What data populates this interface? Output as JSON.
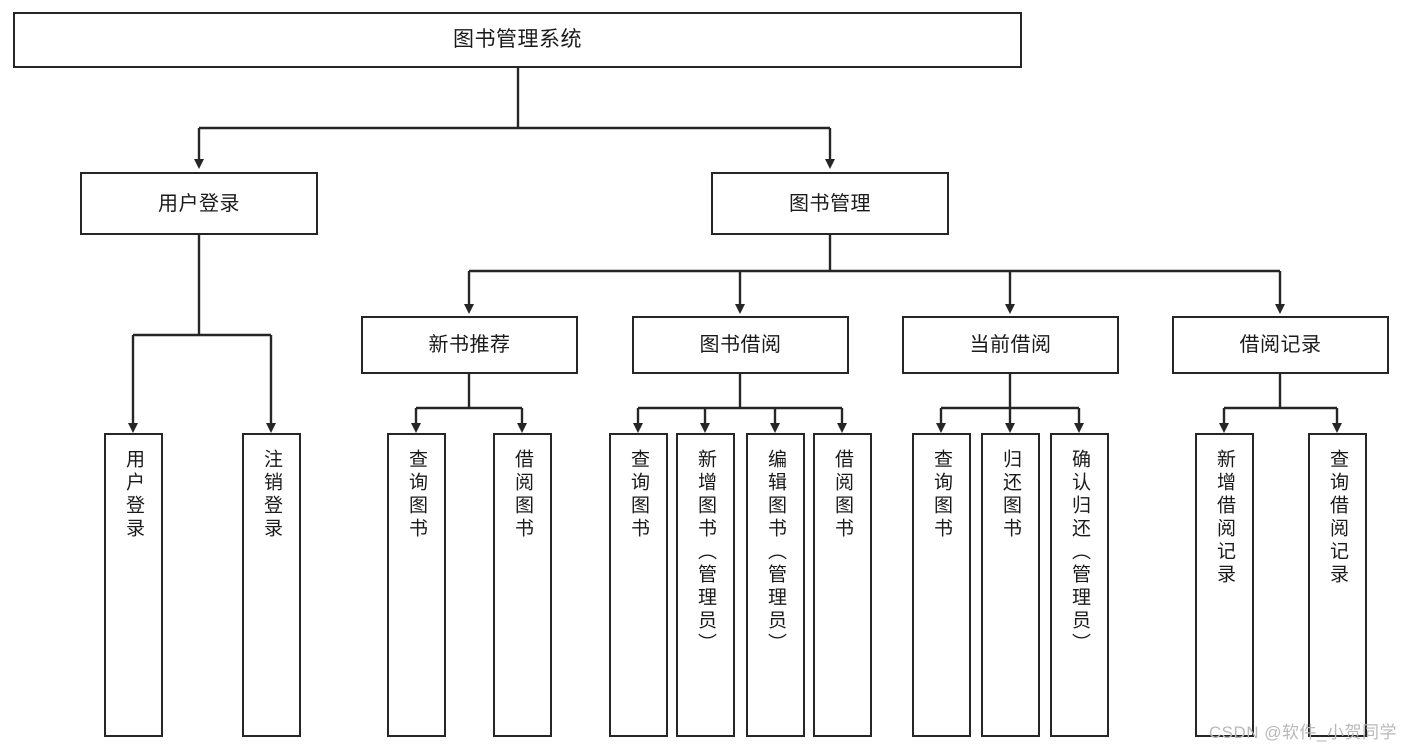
{
  "diagram": {
    "type": "tree-hierarchy",
    "title": "图书管理系统",
    "orientation": "top-down",
    "line_color": "#262626",
    "box_fill": "#ffffff",
    "text_color": "#1a1a1a"
  },
  "nodes": {
    "root": {
      "label": "图书管理系统"
    },
    "level1": [
      {
        "label": "用户登录"
      },
      {
        "label": "图书管理"
      }
    ],
    "level2": [
      {
        "label": "新书推荐"
      },
      {
        "label": "图书借阅"
      },
      {
        "label": "当前借阅"
      },
      {
        "label": "借阅记录"
      }
    ],
    "leaves": {
      "user_login": [
        {
          "label": "用户登录"
        },
        {
          "label": "注销登录"
        }
      ],
      "new_book_recommend": [
        {
          "label": "查询图书"
        },
        {
          "label": "借阅图书"
        }
      ],
      "book_borrow": [
        {
          "label": "查询图书"
        },
        {
          "label": "新增图书（管理员）"
        },
        {
          "label": "编辑图书（管理员）"
        },
        {
          "label": "借阅图书"
        }
      ],
      "current_borrow": [
        {
          "label": "查询图书"
        },
        {
          "label": "归还图书"
        },
        {
          "label": "确认归还（管理员）"
        }
      ],
      "borrow_record": [
        {
          "label": "新增借阅记录"
        },
        {
          "label": "查询借阅记录"
        }
      ]
    }
  },
  "watermark": {
    "text": "CSDN @软件_小贺同学"
  }
}
